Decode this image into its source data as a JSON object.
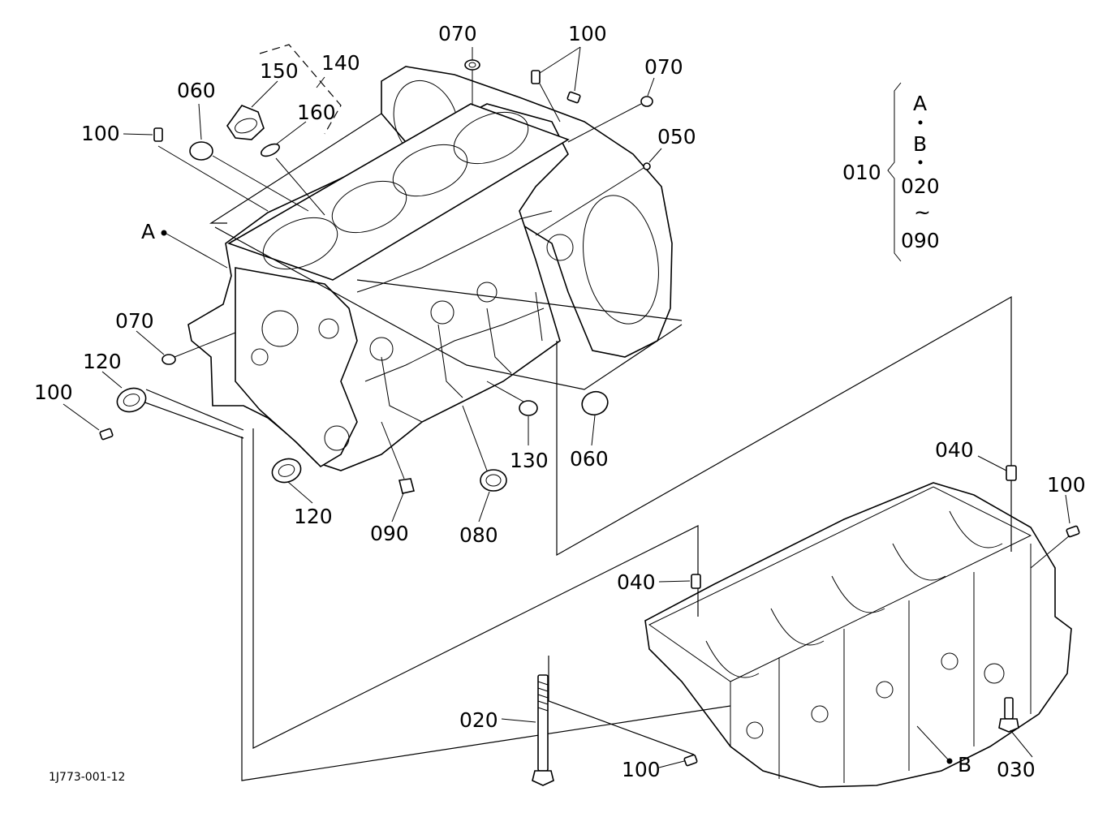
{
  "diagram": {
    "figure_code": "1J773-001-12",
    "callouts": {
      "c070_top": "070",
      "c100_top": "100",
      "c070_right": "070",
      "c150": "150",
      "c140": "140",
      "c060_top": "060",
      "c160": "160",
      "c100_left": "100",
      "c050": "050",
      "cA": "A",
      "c070_left": "070",
      "c120_left": "120",
      "c100_far_left": "100",
      "c130": "130",
      "c060_bottom": "060",
      "c120_bottom": "120",
      "c090": "090",
      "c080": "080",
      "c040_right": "040",
      "c100_right": "100",
      "c040_center": "040",
      "c020": "020",
      "c100_bottom": "100",
      "cB": "B",
      "c030": "030"
    },
    "legend": {
      "key": "010",
      "line1": "A",
      "line2": "B",
      "line3": "020",
      "line4": "~",
      "line5": "090"
    }
  }
}
